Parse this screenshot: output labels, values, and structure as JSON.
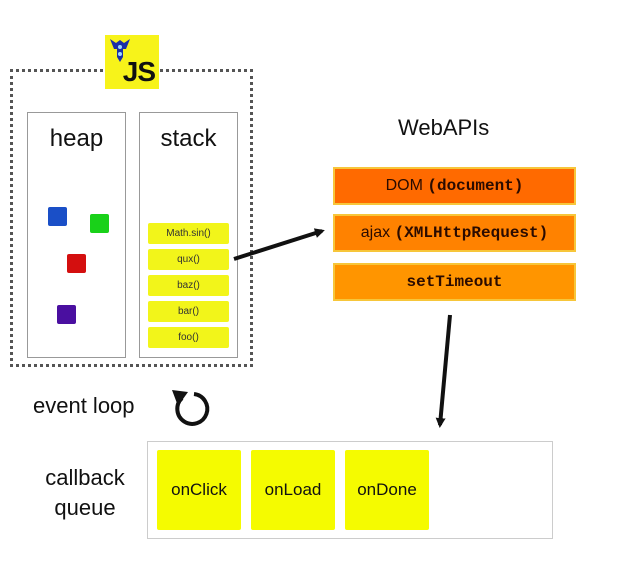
{
  "runtime": {
    "logo_text": "JS",
    "heap": {
      "title": "heap",
      "objects": [
        {
          "name": "blue-object",
          "color": "#1a4fc7"
        },
        {
          "name": "green-object",
          "color": "#19d119"
        },
        {
          "name": "red-object",
          "color": "#d40f0f"
        },
        {
          "name": "purple-object",
          "color": "#4a0fa0"
        }
      ]
    },
    "stack": {
      "title": "stack",
      "frames": [
        "Math.sin()",
        "qux()",
        "baz()",
        "bar()",
        "foo()"
      ]
    }
  },
  "webapis": {
    "title": "WebAPIs",
    "apis": [
      {
        "label": "DOM",
        "code": "(document)"
      },
      {
        "label": "ajax",
        "code": "(XMLHttpRequest)"
      },
      {
        "label": "",
        "code": "setTimeout"
      }
    ]
  },
  "event_loop": {
    "label": "event loop"
  },
  "callback_queue": {
    "label_line1": "callback",
    "label_line2": "queue",
    "callbacks": [
      "onClick",
      "onLoad",
      "onDone"
    ]
  },
  "colors": {
    "stack_frame": "#f2f51a",
    "callback": "#f5fb00",
    "api_dom": "#ff6a00",
    "api_ajax": "#ff8200",
    "api_timeout": "#ff9500",
    "logo": "#f7f31a"
  }
}
